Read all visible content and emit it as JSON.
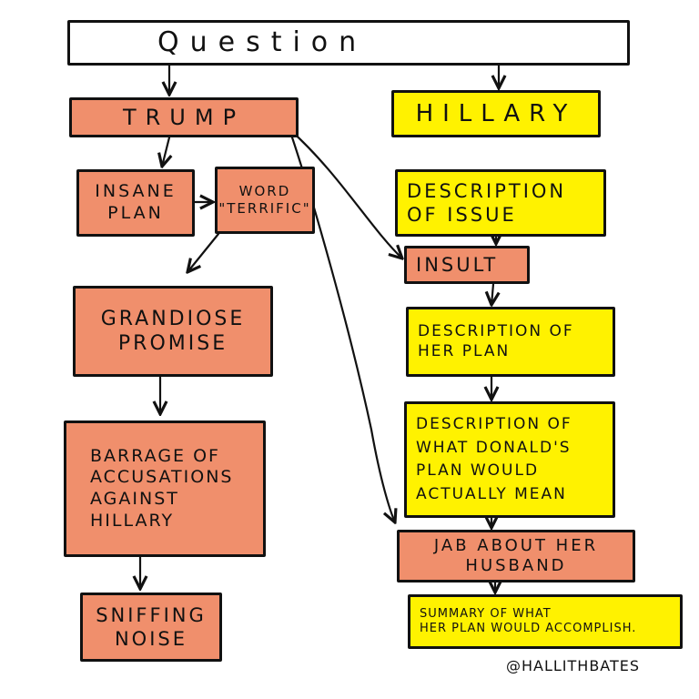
{
  "flowchart": {
    "question": "Question",
    "trump": {
      "label": "TRUMP",
      "steps": [
        "INSANE\nPLAN",
        "WORD\n\"TERRIFIC\"",
        "GRANDIOSE\nPROMISE",
        "BARRAGE OF\nACCUSATIONS\nAGAINST\nHILLARY",
        "SNIFFING\nNOISE"
      ]
    },
    "hillary": {
      "label": "HILLARY",
      "steps": [
        "DESCRIPTION\nOF ISSUE",
        "INSULT",
        "DESCRIPTION OF\nHER PLAN",
        "DESCRIPTION OF\nWHAT DONALD'S\nPLAN WOULD\nACTUALLY MEAN",
        "JAB ABOUT HER\nHUSBAND",
        "SUMMARY OF WHAT\nHER PLAN WOULD ACCOMPLISH."
      ]
    },
    "box_colors": {
      "question": "#ffffff",
      "trump": "#f08f6c",
      "hillary": "#fff200",
      "line": "#111111"
    }
  },
  "credit": "@HALLITHBATES"
}
